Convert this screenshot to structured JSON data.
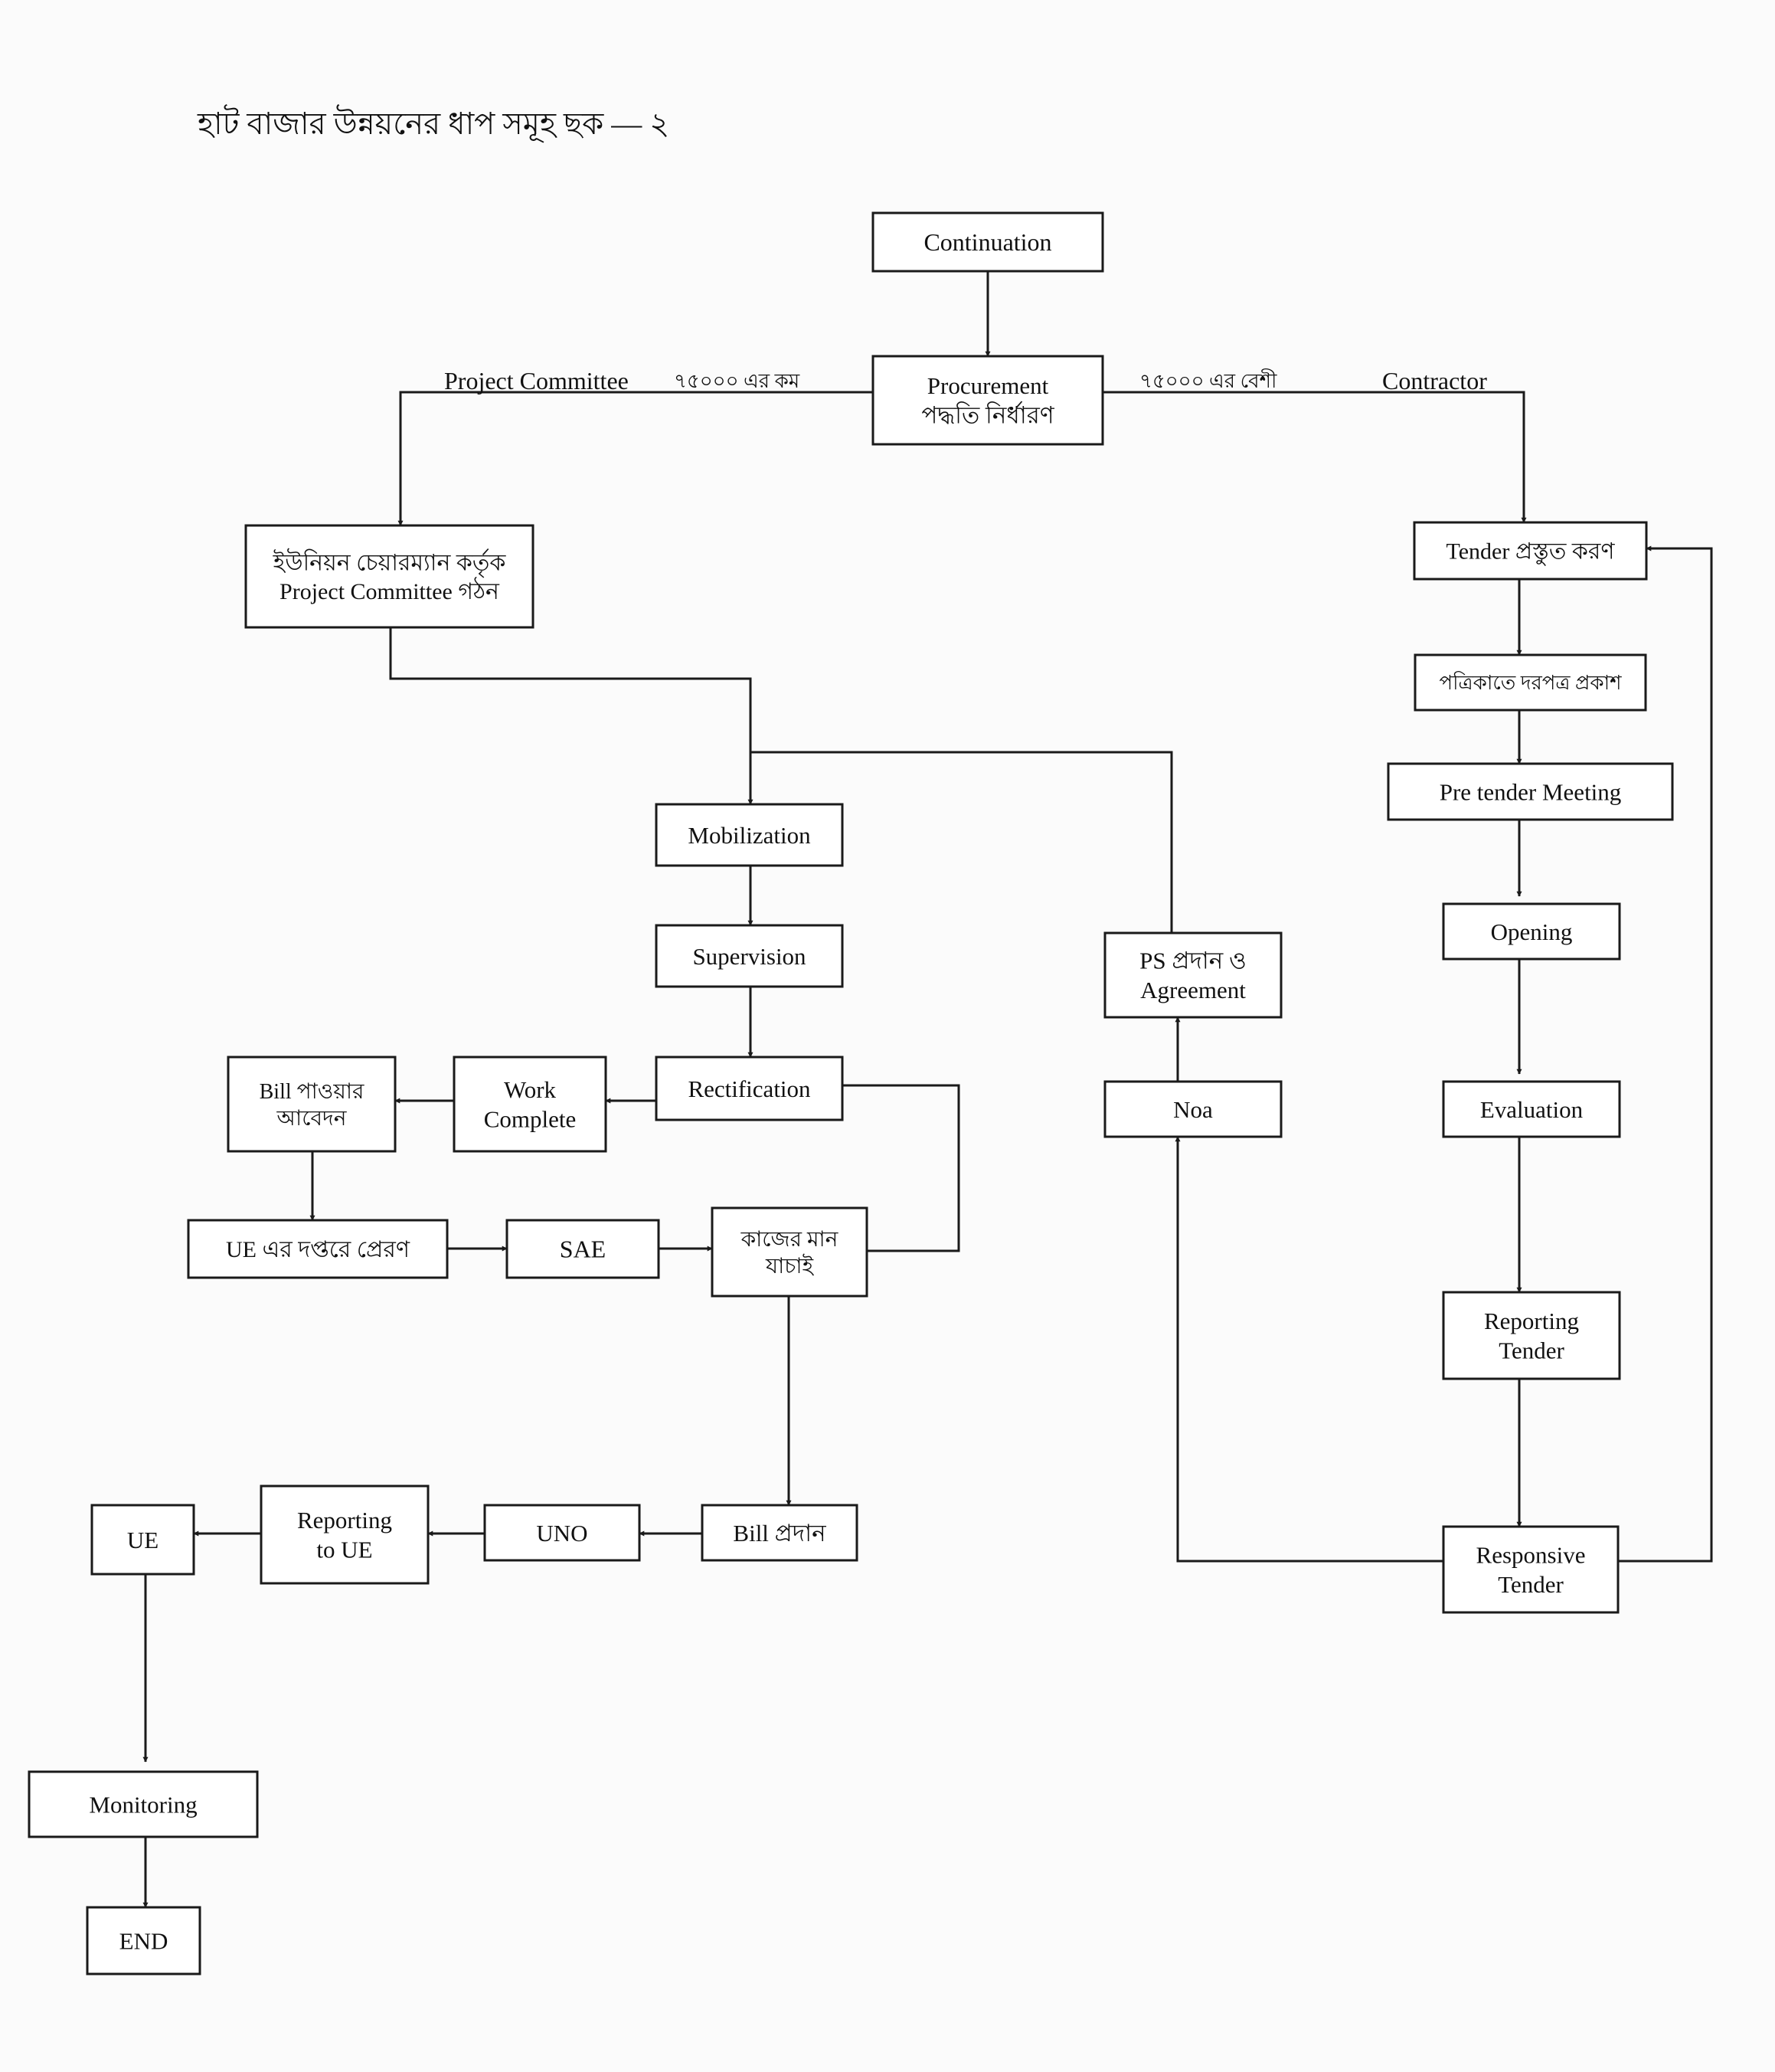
{
  "title": "হাট বাজার উন্নয়নের ধাপ সমূহ ছক — ২",
  "nodes": {
    "continuation": {
      "lines": [
        "Continuation"
      ]
    },
    "procurement": {
      "lines": [
        "Procurement",
        "পদ্ধতি নির্ধারণ"
      ]
    },
    "union_committee": {
      "lines": [
        "ইউনিয়ন চেয়ারম্যান কর্তৃক",
        "Project Committee গঠন"
      ]
    },
    "tender_prep": {
      "lines": [
        "Tender প্রস্তুত করণ"
      ]
    },
    "newspaper": {
      "lines": [
        "পত্রিকাতে দরপত্র প্রকাশ"
      ]
    },
    "pre_tender": {
      "lines": [
        "Pre tender Meeting"
      ]
    },
    "opening": {
      "lines": [
        "Opening"
      ]
    },
    "evaluation": {
      "lines": [
        "Evaluation"
      ]
    },
    "reporting_tender": {
      "lines": [
        "Reporting",
        "Tender"
      ]
    },
    "responsive_tender": {
      "lines": [
        "Responsive",
        "Tender"
      ]
    },
    "noa": {
      "lines": [
        "Noa"
      ]
    },
    "ps_agreement": {
      "lines": [
        "PS প্রদান ও",
        "Agreement"
      ]
    },
    "mobilization": {
      "lines": [
        "Mobilization"
      ]
    },
    "supervision": {
      "lines": [
        "Supervision"
      ]
    },
    "rectification": {
      "lines": [
        "Rectification"
      ]
    },
    "work_complete": {
      "lines": [
        "Work",
        "Complete"
      ]
    },
    "bill_application": {
      "lines": [
        "Bill পাওয়ার",
        "আবেদন"
      ]
    },
    "ue_office": {
      "lines": [
        "UE এর দপ্তরে প্রেরণ"
      ]
    },
    "sae": {
      "lines": [
        "SAE"
      ]
    },
    "quality_check": {
      "lines": [
        "কাজের মান",
        "যাচাই"
      ]
    },
    "bill_payment": {
      "lines": [
        "Bill প্রদান"
      ]
    },
    "uno": {
      "lines": [
        "UNO"
      ]
    },
    "reporting_ue": {
      "lines": [
        "Reporting",
        "to UE"
      ]
    },
    "ue": {
      "lines": [
        "UE"
      ]
    },
    "monitoring": {
      "lines": [
        "Monitoring"
      ]
    },
    "end": {
      "lines": [
        "END"
      ]
    }
  },
  "edge_labels": {
    "left_branch": "Project Committee",
    "left_condition": "৭৫০০০ এর কম",
    "right_condition": "৭৫০০০ এর বেশী",
    "right_branch": "Contractor"
  }
}
